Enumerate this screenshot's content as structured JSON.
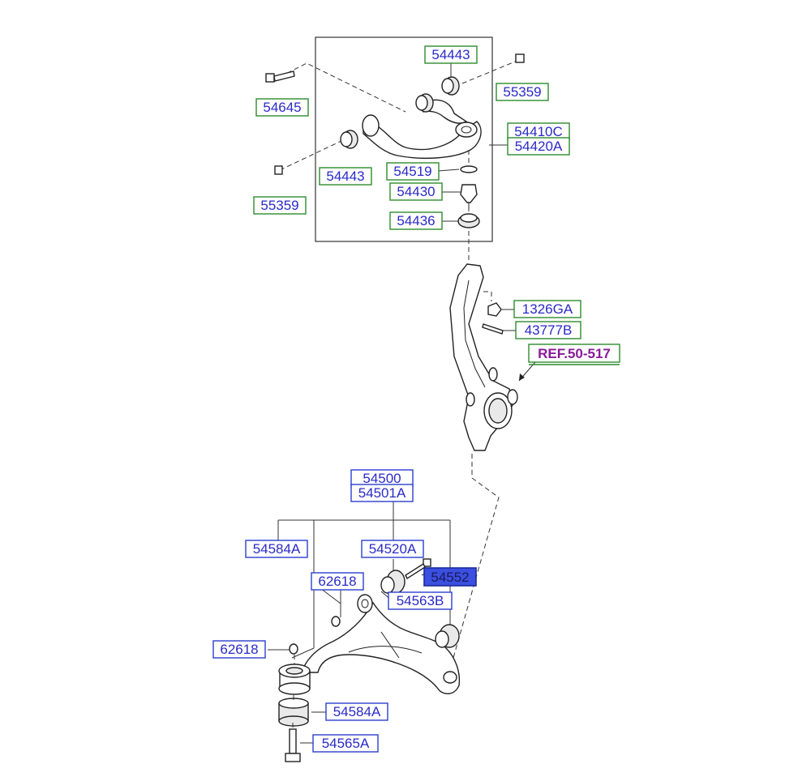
{
  "diagram": {
    "labels": {
      "upper_bushing_top": "54443",
      "bolt_54645": "54645",
      "bolt_55359_top": "55359",
      "upper_arm_lh": "54410C",
      "upper_arm_rh": "54420A",
      "upper_bushing_left": "54443",
      "washer_54519": "54519",
      "bolt_55359_left": "55359",
      "ball_joint": "54430",
      "dust_cover": "54436",
      "nut": "1326GA",
      "cotter_pin": "43777B",
      "ref": "REF.50-517",
      "lower_arm_lh": "54500",
      "lower_arm_rh": "54501A",
      "lower_bushing_left": "54584A",
      "lower_bushing_front": "54520A",
      "nut_62618_upper": "62618",
      "bolt_54552": "54552",
      "washer_54563B": "54563B",
      "nut_62618_lower": "62618",
      "lower_bushing_bottom": "54584A",
      "bolt_54565A": "54565A"
    },
    "colors": {
      "green_frame": "#2e8b2e",
      "blue_frame": "#2a3fd0",
      "label_text_blue": "#2a2ac8",
      "ref_frame": "#2e8b2e",
      "ref_text": "#8a1a9a",
      "highlight_fill": "#3b4fe0"
    }
  }
}
